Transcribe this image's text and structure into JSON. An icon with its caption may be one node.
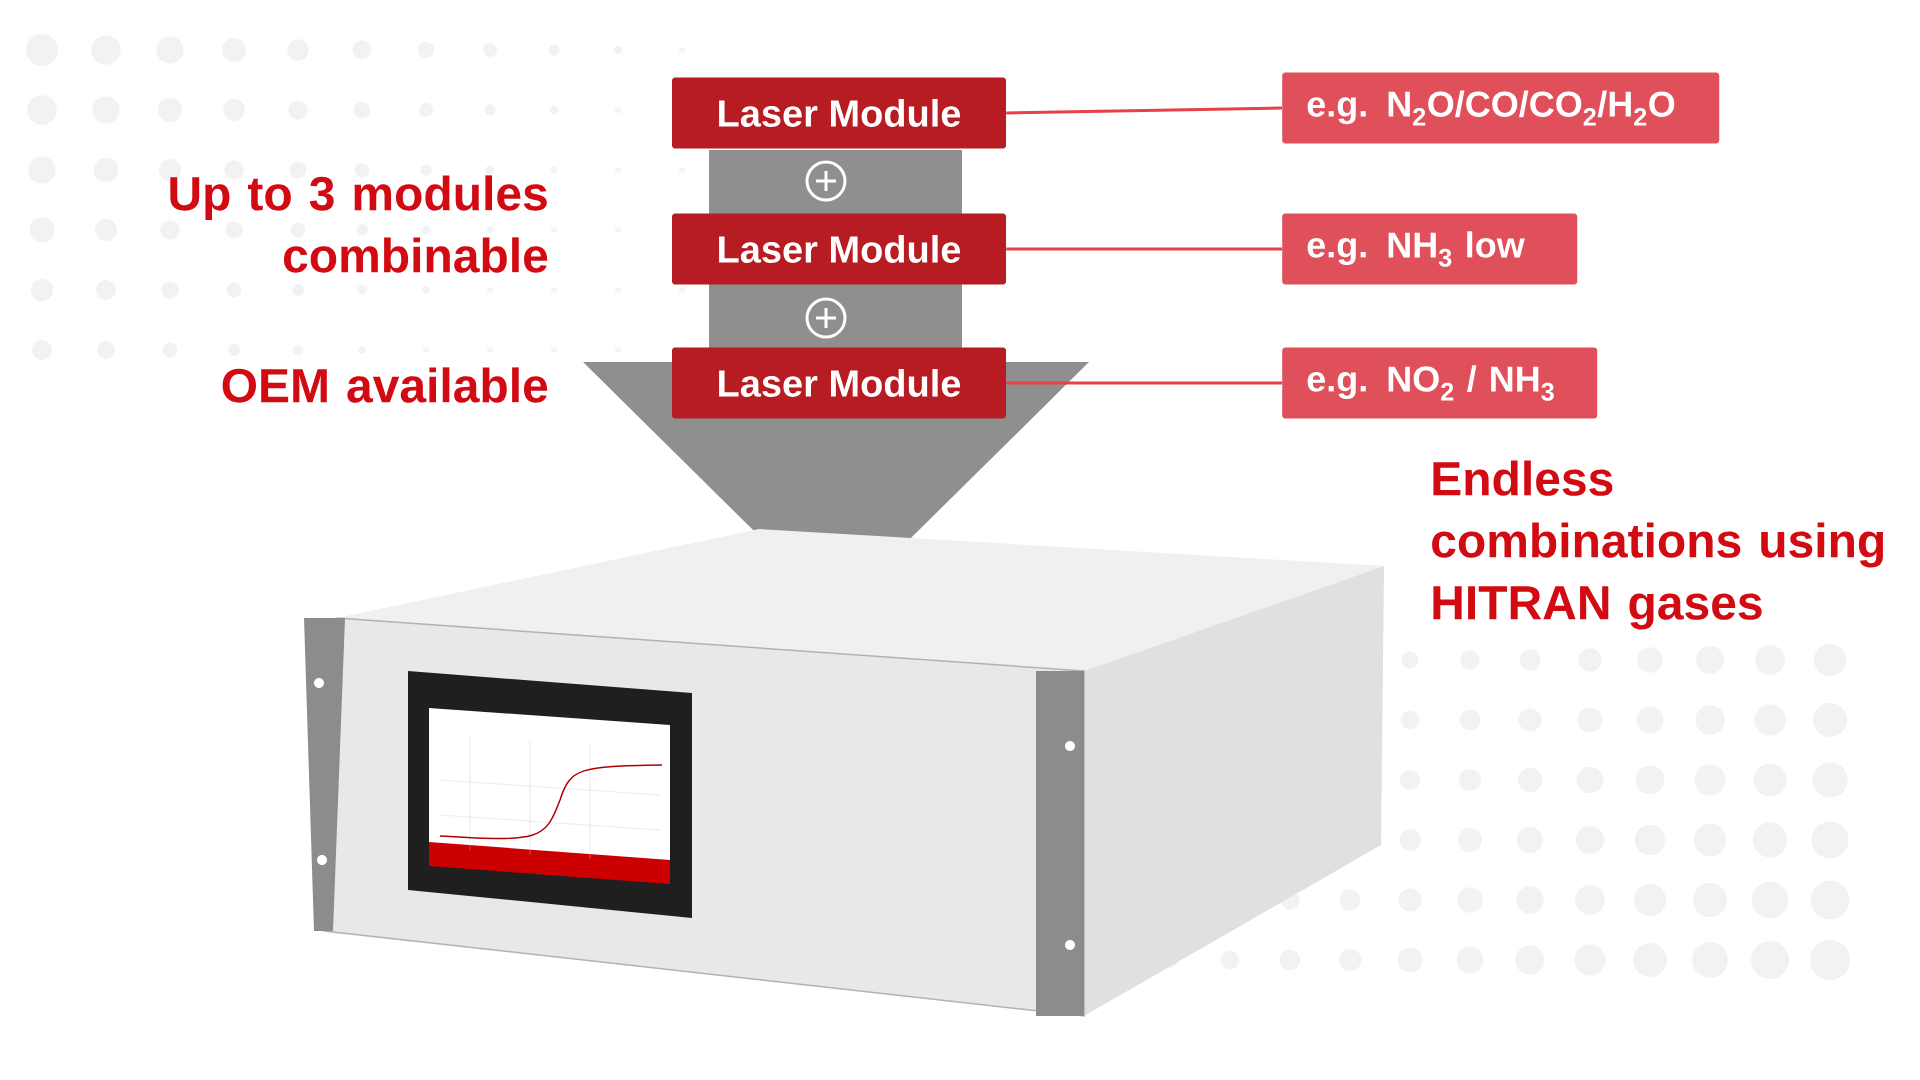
{
  "diagram": {
    "nodes": [
      {
        "text": [
          "Laser Module"
        ]
      },
      {
        "text": [
          "Laser Module"
        ]
      },
      {
        "text": [
          "Laser Module"
        ]
      },
      {
        "text": [
          "e.g. N$_{2}$O/CO/CO$_{2}$/H$_{2}$O"
        ]
      },
      {
        "text": [
          "e.g. NH$_{3}$ low"
        ]
      },
      {
        "text": [
          "e.g. NO$_{2}$ / NH$_{3}$"
        ]
      }
    ],
    "edges": [
      {
        "from": 0,
        "to": 3,
        "arrow": "none"
      },
      {
        "from": 1,
        "to": 4,
        "arrow": "none"
      },
      {
        "from": 2,
        "to": 5,
        "arrow": "none"
      }
    ],
    "labels": [
      "Up to 3 modules combinable",
      "OEM available",
      "Endless combinations using HITRAN gases"
    ]
  }
}
